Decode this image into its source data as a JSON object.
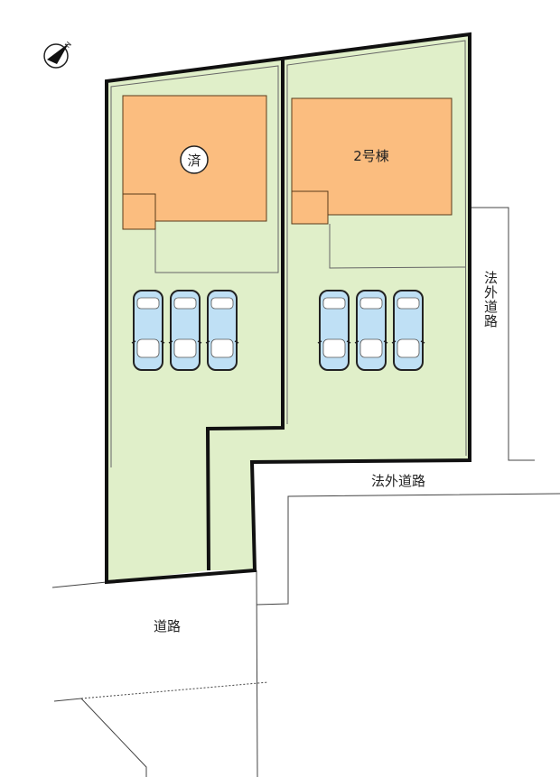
{
  "colors": {
    "lot": "#e0efc9",
    "building": "#fbbd7f",
    "car_glass": "#bfe0f5",
    "boundary": "#111111"
  },
  "compass": {
    "icon": "north-arrow-icon",
    "letter": "N"
  },
  "lots": [
    {
      "building_label": "済",
      "building_label_style": "circled",
      "parking_spaces": 3
    },
    {
      "building_label": "2号棟",
      "parking_spaces": 3
    }
  ],
  "roads": {
    "private_road_side": "法外道路",
    "private_road_bottom": "法外道路",
    "public_road": "道路"
  }
}
